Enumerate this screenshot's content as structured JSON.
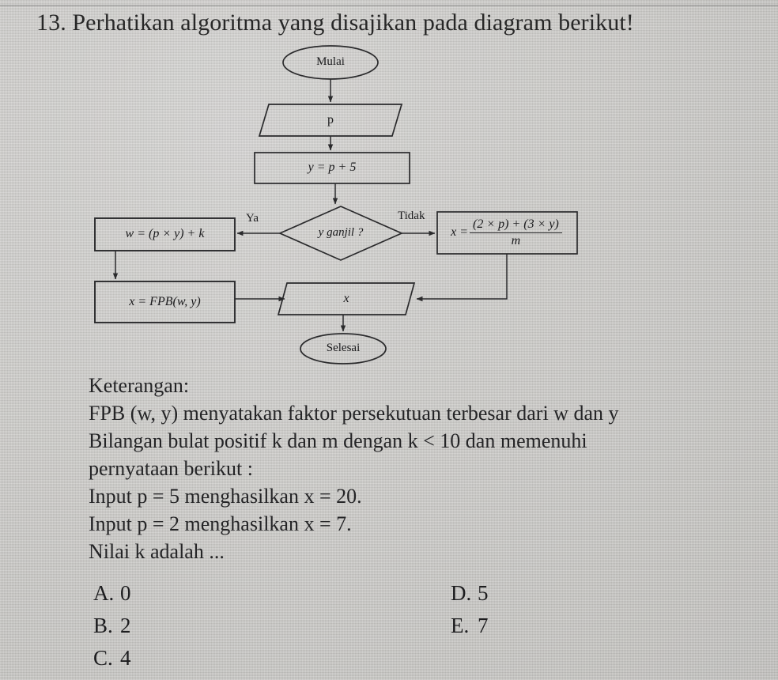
{
  "page": {
    "background_color": "#c9c8c6",
    "ink_color": "#1b1b1d"
  },
  "question": {
    "number": "13.",
    "heading": "13. Perhatikan algoritma yang disajikan pada diagram berikut!"
  },
  "flowchart": {
    "nodes": {
      "start": {
        "shape": "oval",
        "label": "Mulai"
      },
      "input_p": {
        "shape": "parallelogram",
        "label": "p"
      },
      "assign_y": {
        "shape": "rectangle",
        "label": "y = p + 5"
      },
      "decision": {
        "shape": "diamond",
        "label": "y ganjil ?"
      },
      "assign_w": {
        "shape": "rectangle",
        "label": "w = (p × y) + k"
      },
      "assign_fpb": {
        "shape": "rectangle",
        "label": "x = FPB(w, y)"
      },
      "assign_x_frac": {
        "shape": "rectangle",
        "lhs": "x =",
        "numerator": "(2 × p) + (3 × y)",
        "denominator": "m",
        "label": "x = ((2 × p) + (3 × y)) / m"
      },
      "output_x": {
        "shape": "parallelogram",
        "label": "x"
      },
      "end": {
        "shape": "oval",
        "label": "Selesai"
      }
    },
    "edge_labels": {
      "yes": "Ya",
      "no": "Tidak"
    }
  },
  "notes": {
    "title": "Keterangan:",
    "lines": [
      "Keterangan:",
      "FPB (w, y) menyatakan faktor persekutuan terbesar dari w dan y",
      "Bilangan bulat positif k dan m dengan k < 10 dan memenuhi",
      "pernyataan berikut :",
      "Input p = 5 menghasilkan x = 20.",
      "Input p = 2 menghasilkan x = 7.",
      "Nilai k adalah ..."
    ]
  },
  "options": {
    "left": [
      {
        "key": "A.",
        "value": "0"
      },
      {
        "key": "B.",
        "value": "2"
      },
      {
        "key": "C.",
        "value": "4"
      }
    ],
    "right": [
      {
        "key": "D.",
        "value": "5"
      },
      {
        "key": "E.",
        "value": "7"
      }
    ]
  }
}
